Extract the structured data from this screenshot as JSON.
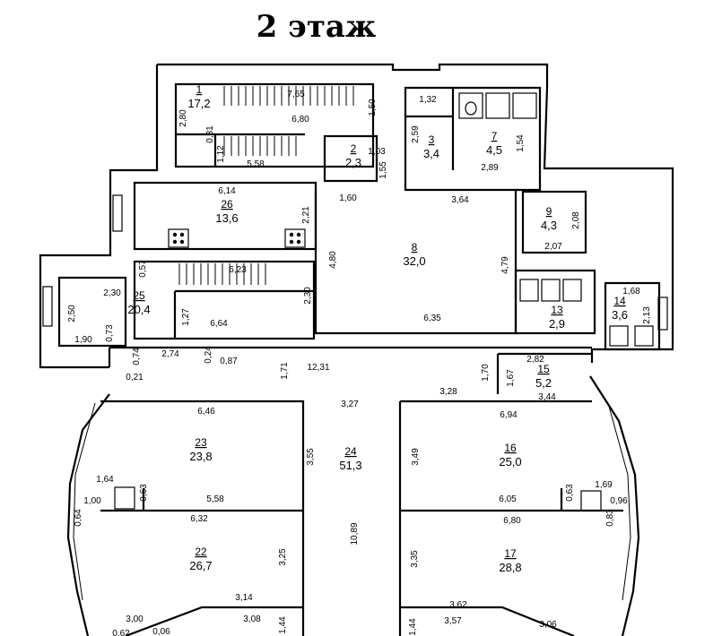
{
  "title": "2 этаж",
  "rooms": [
    {
      "num": "1",
      "area": "17,2"
    },
    {
      "num": "2",
      "area": "2,3"
    },
    {
      "num": "3",
      "area": "3,4"
    },
    {
      "num": "7",
      "area": "4,5"
    },
    {
      "num": "9",
      "area": "4,3"
    },
    {
      "num": "8",
      "area": "32,0"
    },
    {
      "num": "26",
      "area": "13,6"
    },
    {
      "num": "25",
      "area": "20,4"
    },
    {
      "num": "13",
      "area": "2,9"
    },
    {
      "num": "14",
      "area": "3,6"
    },
    {
      "num": "15",
      "area": "5,2"
    },
    {
      "num": "24",
      "area": "51,3"
    },
    {
      "num": "23",
      "area": "23,8"
    },
    {
      "num": "16",
      "area": "25,0"
    },
    {
      "num": "22",
      "area": "26,7"
    },
    {
      "num": "17",
      "area": "28,8"
    }
  ],
  "dims": [
    "7,65",
    "6,80",
    "2,80",
    "0,31",
    "1,12",
    "5,58",
    "1,50",
    "1,32",
    "2,59",
    "1,03",
    "1,55",
    "2,89",
    "1,54",
    "6,14",
    "1,60",
    "2,21",
    "3,64",
    "2,08",
    "2,07",
    "4,80",
    "4,79",
    "6,23",
    "0,57",
    "2,30",
    "2,30",
    "2,50",
    "1,90",
    "0,73",
    "1,27",
    "6,64",
    "6,35",
    "1,68",
    "2,13",
    "0,74",
    "2,74",
    "0,24",
    "0,87",
    "0,21",
    "1,71",
    "12,31",
    "2,82",
    "1,70",
    "1,67",
    "3,28",
    "3,44",
    "3,27",
    "6,46",
    "6,94",
    "3,55",
    "3,49",
    "1,64",
    "0,63",
    "1,00",
    "5,58",
    "0,64",
    "6,32",
    "6,05",
    "0,63",
    "1,69",
    "0,96",
    "0,83",
    "6,80",
    "10,89",
    "3,25",
    "3,35",
    "3,14",
    "3,62",
    "3,00",
    "3,08",
    "1,44",
    "1,44",
    "3,57",
    "3,06",
    "0,62",
    "0,06"
  ]
}
